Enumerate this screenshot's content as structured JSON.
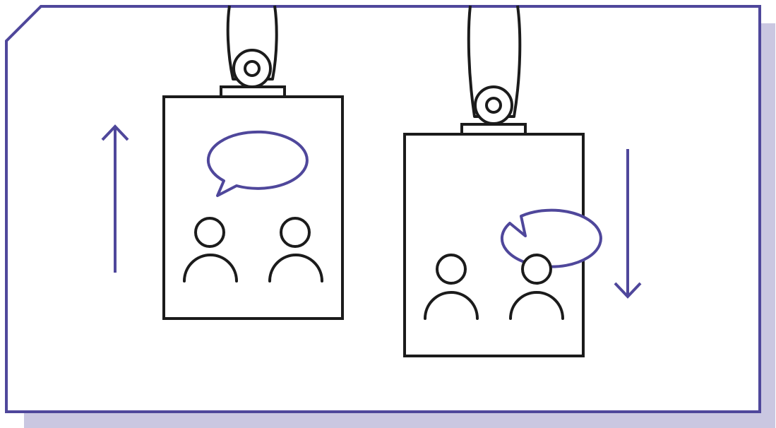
{
  "illustration": {
    "badges": [
      {
        "label": "badge-conversation-left",
        "people": 2,
        "speech_bubble": true,
        "movement": "up"
      },
      {
        "label": "badge-conversation-right",
        "people": 2,
        "speech_bubble": true,
        "movement": "down"
      }
    ],
    "colors": {
      "frame_border": "#4f479b",
      "frame_shadow": "#cac7e1",
      "outline": "#1b1b1b",
      "accent": "#4f479b",
      "background": "#ffffff"
    }
  }
}
